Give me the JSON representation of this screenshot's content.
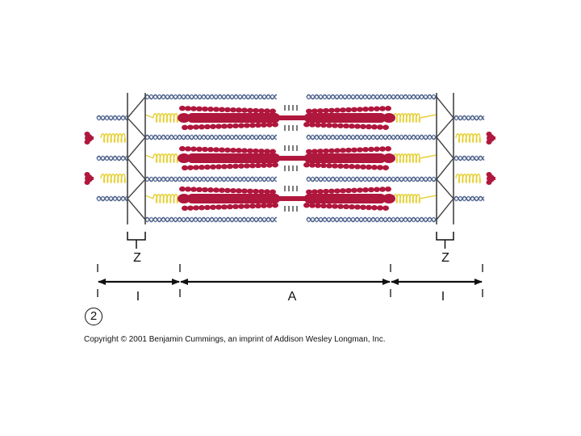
{
  "labels": {
    "z_left": "Z",
    "z_right": "Z",
    "i_left": "I",
    "a_band": "A",
    "i_right": "I"
  },
  "panel_number": "2",
  "copyright": "Copyright © 2001 Benjamin Cummings, an imprint of Addison Wesley Longman, Inc.",
  "colors": {
    "myosin": "#b0173d",
    "titin": "#e6d13a",
    "actin": "#6b7fa6",
    "z_line": "#444444",
    "text": "#111111"
  },
  "structure": {
    "thick_filaments": 3,
    "thin_filaments": 4
  }
}
